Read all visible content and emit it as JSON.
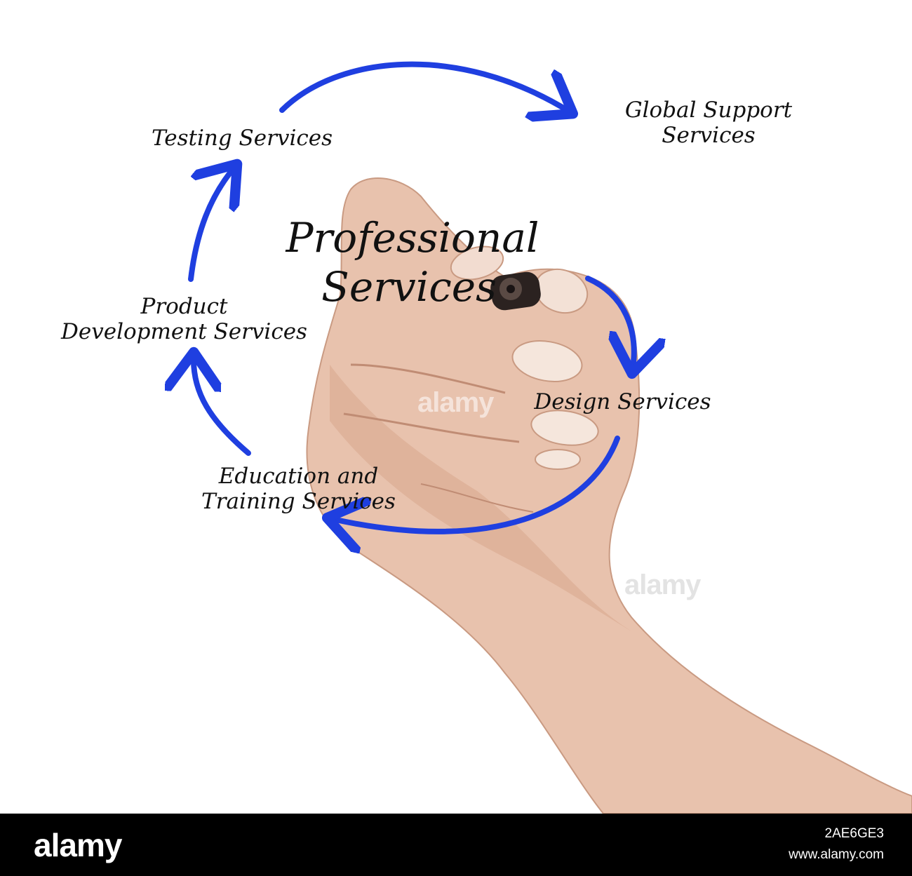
{
  "diagram": {
    "title_line1": "Professional",
    "title_line2": "Services",
    "nodes": {
      "testing": "Testing Services",
      "global_line1": "Global Support",
      "global_line2": "Services",
      "product_line1": "Product",
      "product_line2": "Development Services",
      "design": "Design Services",
      "education_line1": "Education and",
      "education_line2": "Training Services"
    },
    "arrow_color": "#1f3fe0"
  },
  "watermark": {
    "text": "alamy"
  },
  "footer": {
    "logo": "alamy",
    "image_id": "2AE6GE3",
    "url": "www.alamy.com"
  }
}
